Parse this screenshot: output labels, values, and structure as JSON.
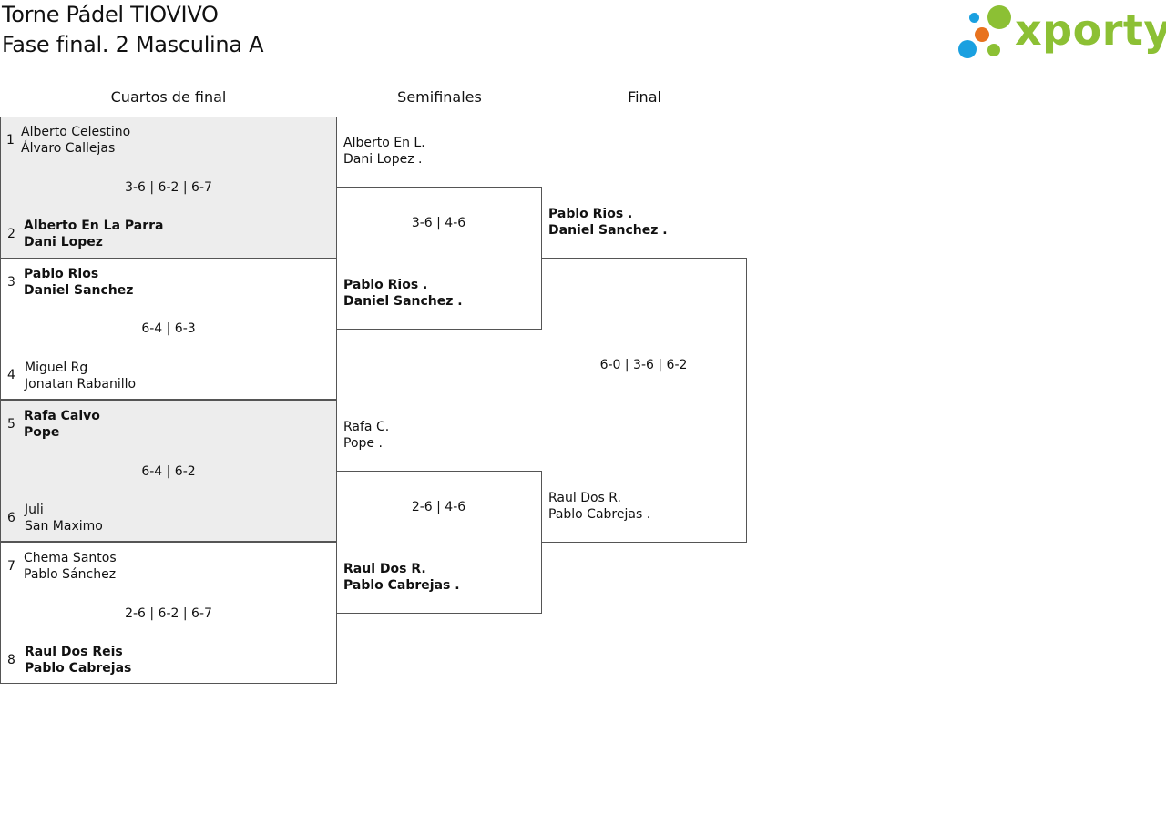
{
  "header": {
    "title_line1": "Torne Pádel TIOVIVO",
    "title_line2": "Fase final. 2 Masculina A",
    "logo_text": "xporty",
    "logo_colors": {
      "green": "#8cc034",
      "blue": "#1aa0e0",
      "orange": "#e8721e"
    }
  },
  "rounds": {
    "quarterfinals": "Cuartos de final",
    "semifinals": "Semifinales",
    "final": "Final"
  },
  "quarterfinals": [
    {
      "score": "3-6 | 6-2 | 6-7",
      "top": {
        "seed": "1",
        "p1": "Alberto Celestino",
        "p2": "Álvaro Callejas",
        "winner": false
      },
      "bottom": {
        "seed": "2",
        "p1": "Alberto En La Parra",
        "p2": "Dani Lopez",
        "winner": true
      }
    },
    {
      "score": "6-4 | 6-3",
      "top": {
        "seed": "3",
        "p1": "Pablo Rios",
        "p2": "Daniel Sanchez",
        "winner": true
      },
      "bottom": {
        "seed": "4",
        "p1": "Miguel Rg",
        "p2": "Jonatan Rabanillo",
        "winner": false
      }
    },
    {
      "score": "6-4 | 6-2",
      "top": {
        "seed": "5",
        "p1": "Rafa Calvo",
        "p2": "Pope",
        "winner": true
      },
      "bottom": {
        "seed": "6",
        "p1": "Juli",
        "p2": "San Maximo",
        "winner": false
      }
    },
    {
      "score": "2-6 | 6-2 | 6-7",
      "top": {
        "seed": "7",
        "p1": "Chema Santos",
        "p2": "Pablo Sánchez",
        "winner": false
      },
      "bottom": {
        "seed": "8",
        "p1": "Raul Dos Reis",
        "p2": "Pablo Cabrejas",
        "winner": true
      }
    }
  ],
  "semifinals": [
    {
      "score": "3-6 | 4-6",
      "top": {
        "p1": "Alberto En L.",
        "p2": "Dani Lopez ."
      },
      "bottom": {
        "p1": "Pablo Rios .",
        "p2": "Daniel Sanchez ."
      }
    },
    {
      "score": "2-6 | 4-6",
      "top": {
        "p1": "Rafa C.",
        "p2": "Pope ."
      },
      "bottom": {
        "p1": "Raul Dos R.",
        "p2": "Pablo Cabrejas ."
      }
    }
  ],
  "final": {
    "score": "6-0 | 3-6 | 6-2",
    "top": {
      "p1": "Pablo Rios .",
      "p2": "Daniel Sanchez ."
    },
    "bottom": {
      "p1": "Raul Dos R.",
      "p2": "Pablo Cabrejas ."
    }
  }
}
